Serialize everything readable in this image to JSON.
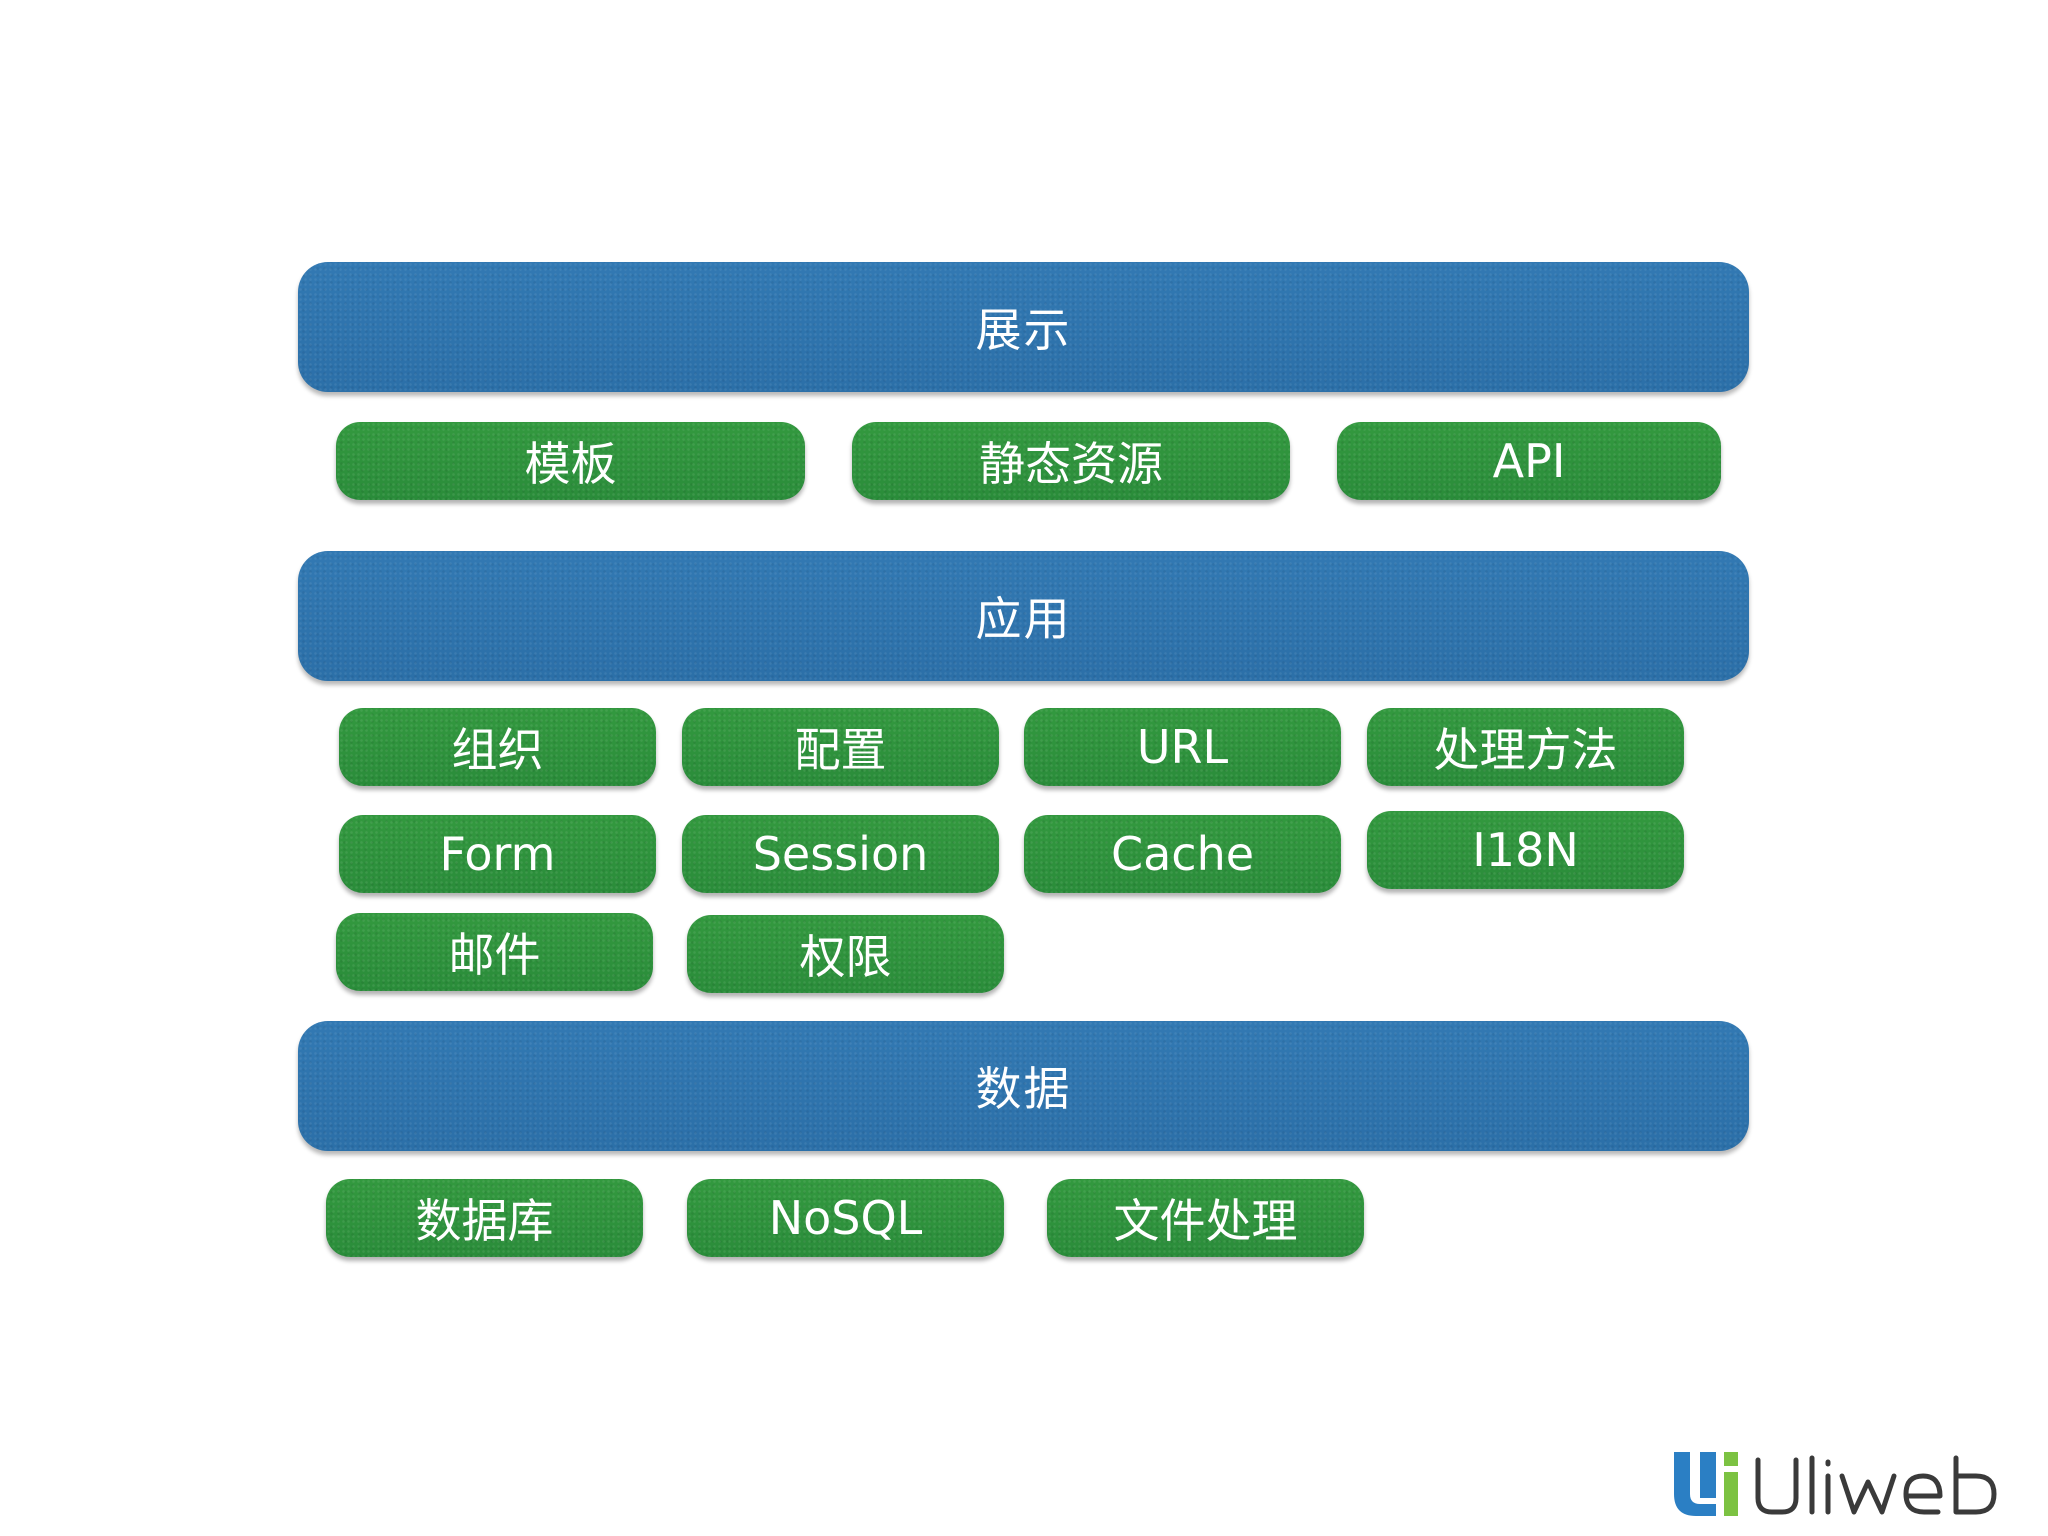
{
  "layers": {
    "presentation": {
      "title": "展示",
      "items": [
        "模板",
        "静态资源",
        "API"
      ]
    },
    "application": {
      "title": "应用",
      "items": [
        "组织",
        "配置",
        "URL",
        "处理方法",
        "Form",
        "Session",
        "Cache",
        "I18N",
        "邮件",
        "权限"
      ]
    },
    "data": {
      "title": "数据",
      "items": [
        "数据库",
        "NoSQL",
        "文件处理"
      ]
    }
  },
  "logo": {
    "text": "Uliweb"
  },
  "colors": {
    "layer_bar": "#2e73ad",
    "module_pill": "#2e9340",
    "logo_blue": "#2b7fc4",
    "logo_green": "#7cc242",
    "logo_text": "#3a3a3a"
  }
}
